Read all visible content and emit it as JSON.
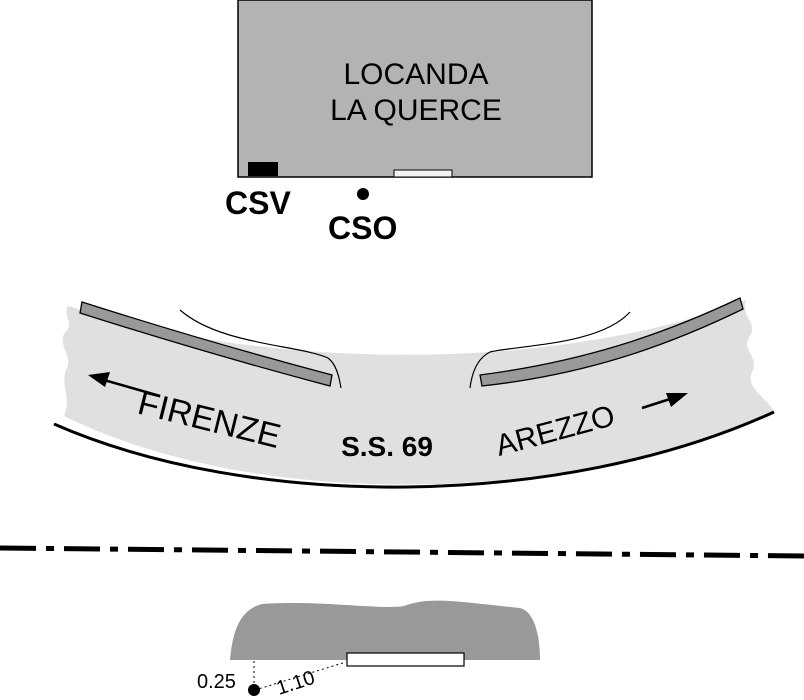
{
  "building": {
    "name_line1": "LOCANDA",
    "name_line2": "LA QUERCE"
  },
  "points": {
    "csv": "CSV",
    "cso": "CSO"
  },
  "road": {
    "name": "S.S. 69",
    "left_direction": "FIRENZE",
    "right_direction": "AREZZO"
  },
  "section": {
    "height_label": "0.25",
    "distance_label": "1.10"
  },
  "colors": {
    "building_fill": "#b3b3b3",
    "road_fill": "#e0e0e0",
    "sidewalk_fill": "#999999",
    "section_fill": "#999999",
    "stroke": "#000000"
  }
}
